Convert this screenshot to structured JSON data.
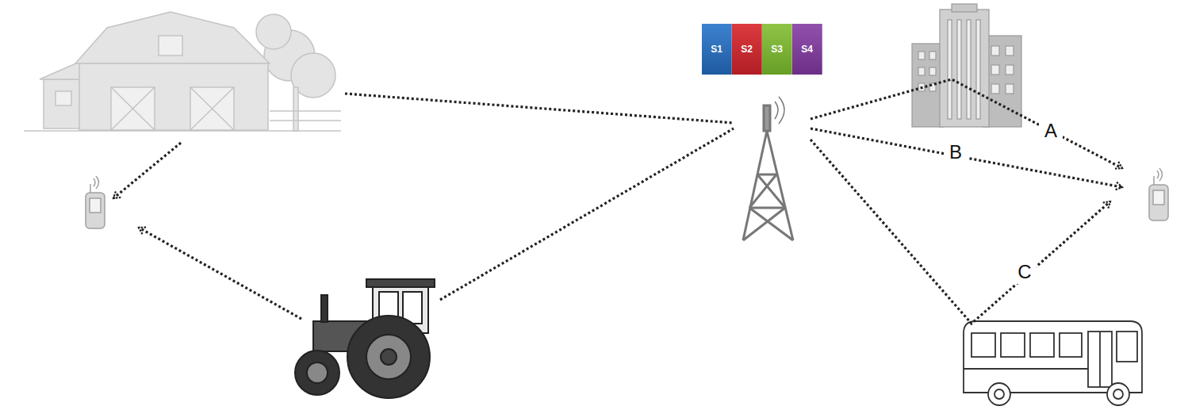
{
  "diagram": {
    "nodes": [
      {
        "text": [
          "S1"
        ]
      },
      {
        "text": [
          "S2"
        ]
      },
      {
        "text": [
          "S3"
        ]
      },
      {
        "text": [
          "S4"
        ]
      }
    ],
    "labels": [
      "A",
      "B",
      "C"
    ]
  }
}
